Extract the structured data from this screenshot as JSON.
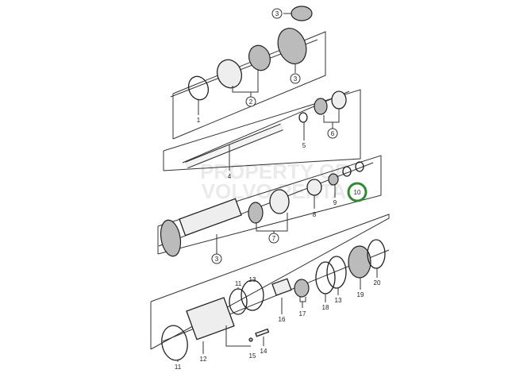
{
  "watermark": [
    "PROPERTY OF",
    "VOLVO PENTA"
  ],
  "highlight_color": "#2e8b2e",
  "labels": {
    "p1": "1",
    "p2": "2",
    "p3a": "3",
    "p3b": "3",
    "p3c": "3",
    "p4": "4",
    "p5": "5",
    "p6": "6",
    "p7": "7",
    "p8": "8",
    "p9": "9",
    "p10": "10",
    "p11a": "11",
    "p11b": "11",
    "p12": "12",
    "p13a": "13",
    "p13b": "13",
    "p14": "14",
    "p15": "15",
    "p16": "16",
    "p17": "17",
    "p18": "18",
    "p19": "19",
    "p20": "20"
  }
}
